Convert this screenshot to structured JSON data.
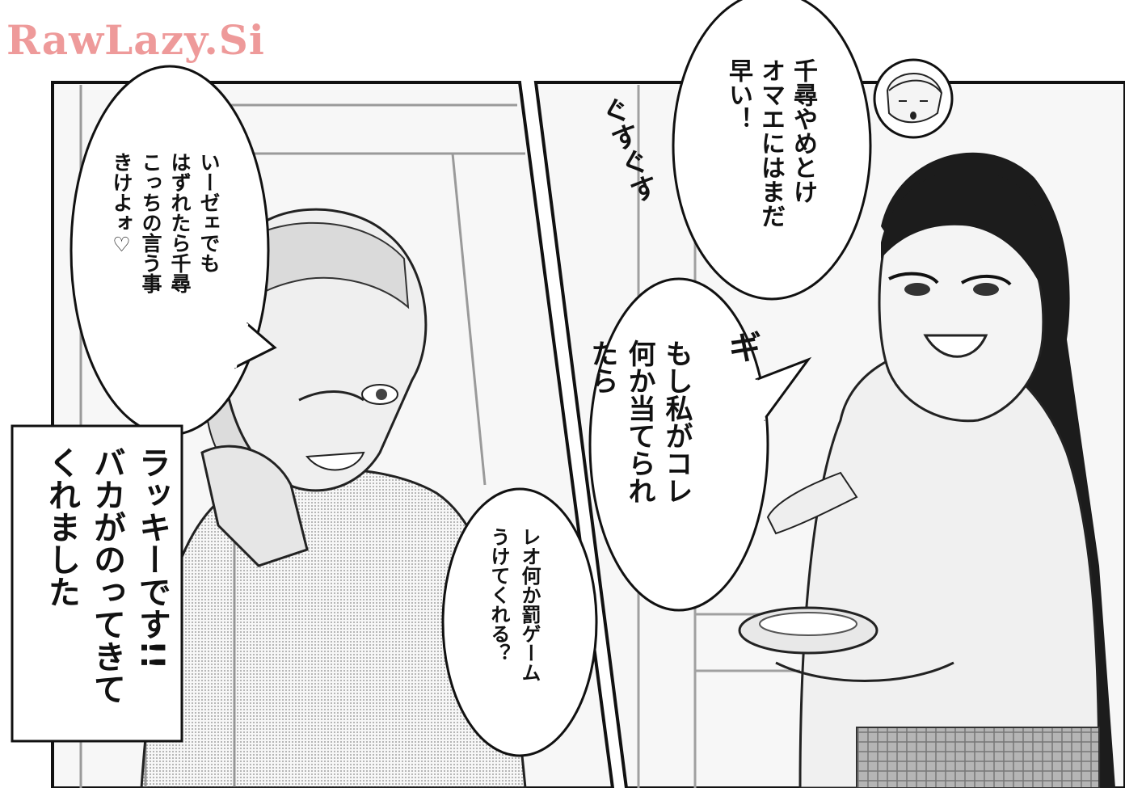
{
  "watermark": "RawLazy.Si",
  "panel_left": {
    "speech_bubble": "いーゼェでも\nはずれたら千尋\nこっちの言う事\nきけよォ♡",
    "caption_box": "ラッキーです!!\nバカがのってきて\nくれました"
  },
  "panel_right": {
    "bubble_top": "千尋やめとけ\nオマエにはまだ\n早い！",
    "bubble_middle": "もし私がコレ\n何か当てられ\nたら",
    "bubble_bottom": "レオ何か罰ゲーム\nうけてくれる？",
    "sfx_1": "ぐすぐす",
    "sfx_2": "ギ"
  }
}
